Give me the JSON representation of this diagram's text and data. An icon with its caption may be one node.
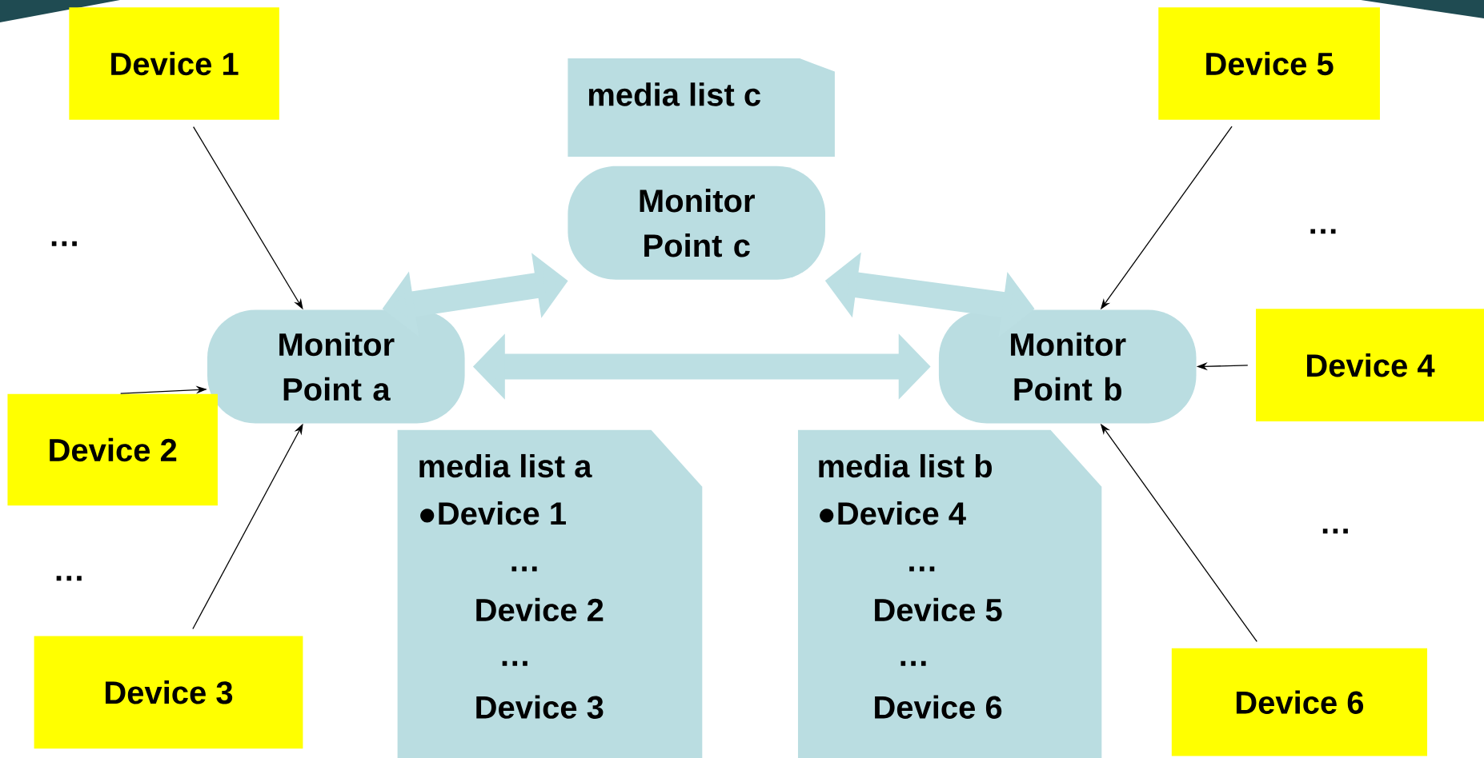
{
  "diagram": {
    "nodes": [
      {
        "text": [
          "Device 1"
        ]
      },
      {
        "text": [
          "Device 5"
        ]
      },
      {
        "text": [
          "media list c"
        ]
      },
      {
        "text": [
          "Monitor Point c"
        ]
      },
      {
        "text": [
          "Monitor Point a"
        ]
      },
      {
        "text": [
          "Monitor Point b"
        ]
      },
      {
        "text": [
          "Device 4"
        ]
      },
      {
        "text": [
          "Device 2"
        ]
      },
      {
        "text": [
          "media list a",
          "●Device 1",
          "…",
          "Device 2",
          "…",
          "Device 3"
        ]
      },
      {
        "text": [
          "media list b",
          "●Device 4",
          "…",
          "Device 5",
          "…",
          "Device 6"
        ]
      },
      {
        "text": [
          "Device 3"
        ]
      },
      {
        "text": [
          "Device 6"
        ]
      }
    ],
    "edges": [
      {
        "from": 0,
        "to": 4,
        "arrow": "to"
      },
      {
        "from": 7,
        "to": 4,
        "arrow": "to"
      },
      {
        "from": 10,
        "to": 4,
        "arrow": "to"
      },
      {
        "from": 1,
        "to": 5,
        "arrow": "to"
      },
      {
        "from": 6,
        "to": 5,
        "arrow": "to"
      },
      {
        "from": 11,
        "to": 5,
        "arrow": "to"
      },
      {
        "from": 4,
        "to": 3,
        "arrow": "both",
        "style": "thick",
        "color": "#bcdfe3"
      },
      {
        "from": 4,
        "to": 5,
        "arrow": "both",
        "style": "thick",
        "color": "#bcdfe3"
      },
      {
        "from": 3,
        "to": 5,
        "arrow": "both",
        "style": "thick",
        "color": "#bcdfe3"
      }
    ],
    "labels": [
      "…",
      "…",
      "…",
      "…"
    ]
  }
}
